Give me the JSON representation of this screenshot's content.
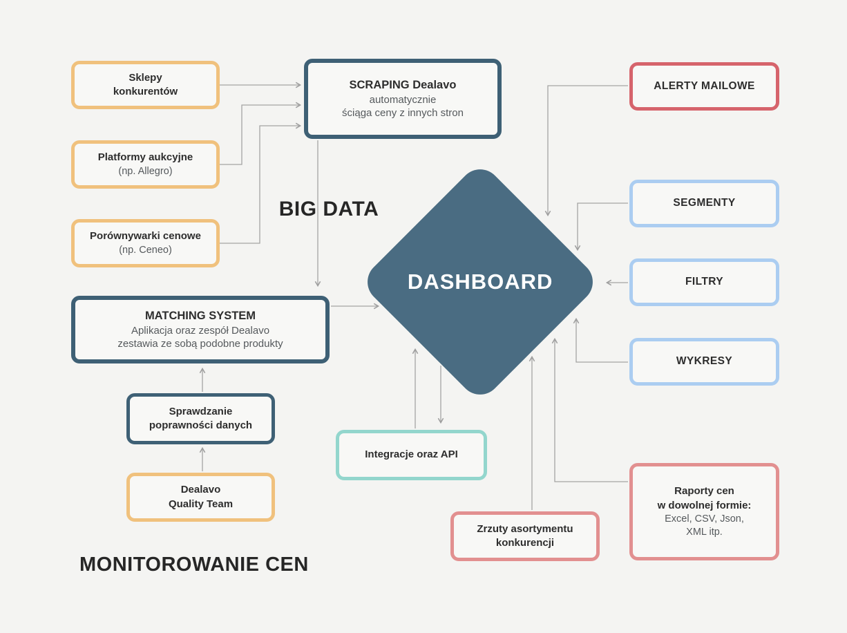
{
  "page": {
    "title": "MONITOROWANIE CEN"
  },
  "labels": {
    "big_data": "BIG DATA",
    "dashboard": "DASHBOARD"
  },
  "nodes": {
    "sklepy": {
      "title": "Sklepy\nkonkurentów"
    },
    "platformy": {
      "title": "Platformy aukcyjne",
      "subtitle": "(np. Allegro)"
    },
    "porownywarki": {
      "title": "Porównywarki cenowe",
      "subtitle": "(np. Ceneo)"
    },
    "scraping": {
      "title": "SCRAPING Dealavo",
      "subtitle": "automatycznie\nściąga ceny z innych stron"
    },
    "matching": {
      "title": "MATCHING SYSTEM",
      "subtitle": "Aplikacja oraz zespół Dealavo\nzestawia ze sobą podobne produkty"
    },
    "sprawdzanie": {
      "title": "Sprawdzanie\npoprawności danych"
    },
    "quality": {
      "title": "Dealavo\nQuality Team"
    },
    "alerty": {
      "title": "ALERTY MAILOWE"
    },
    "segmenty": {
      "title": "SEGMENTY"
    },
    "filtry": {
      "title": "FILTRY"
    },
    "wykresy": {
      "title": "WYKRESY"
    },
    "raporty": {
      "title": "Raporty cen\nw dowolnej formie:",
      "subtitle": "Excel, CSV, Json,\nXML itp."
    },
    "integracje": {
      "title": "Integracje oraz API"
    },
    "zrzuty": {
      "title": "Zrzuty asortymentu\nkonkurencji"
    }
  },
  "colors": {
    "background": "#f4f4f2",
    "node_fill": "#f8f8f6",
    "border_yellow": "#f0c17d",
    "border_dark": "#3e6075",
    "border_red": "#d6646c",
    "border_salmon": "#e29090",
    "border_blue": "#abcdf1",
    "border_teal": "#93d6cd",
    "diamond": "#4a6c82",
    "connector": "#a3a3a3",
    "text_primary": "#2d2d2d",
    "text_secondary": "#55595c"
  }
}
